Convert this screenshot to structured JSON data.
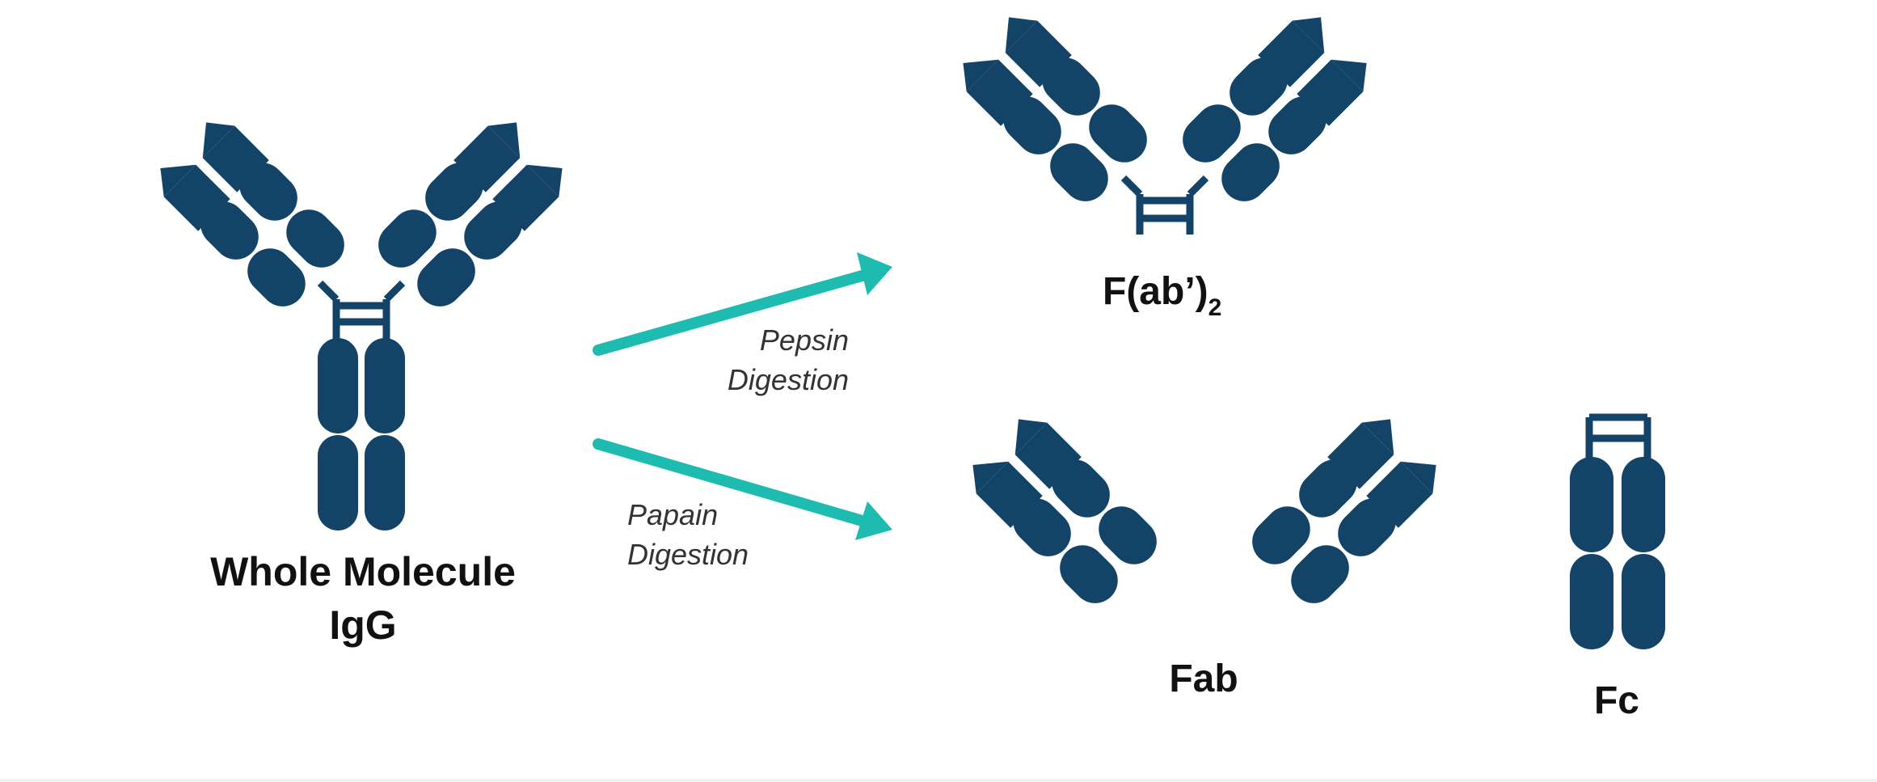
{
  "labels": {
    "whole_molecule_line1": "Whole Molecule",
    "whole_molecule_line2": "IgG",
    "fab2_main": "F(ab’)",
    "fab2_subscript": "2",
    "fab": "Fab",
    "fc": "Fc",
    "pepsin_line1": "Pepsin",
    "pepsin_line2": "Digestion",
    "papain_line1": "Papain",
    "papain_line2": "Digestion"
  },
  "colors": {
    "antibody": "#134468",
    "arrow": "#1dbbb0",
    "text": "#111111"
  }
}
